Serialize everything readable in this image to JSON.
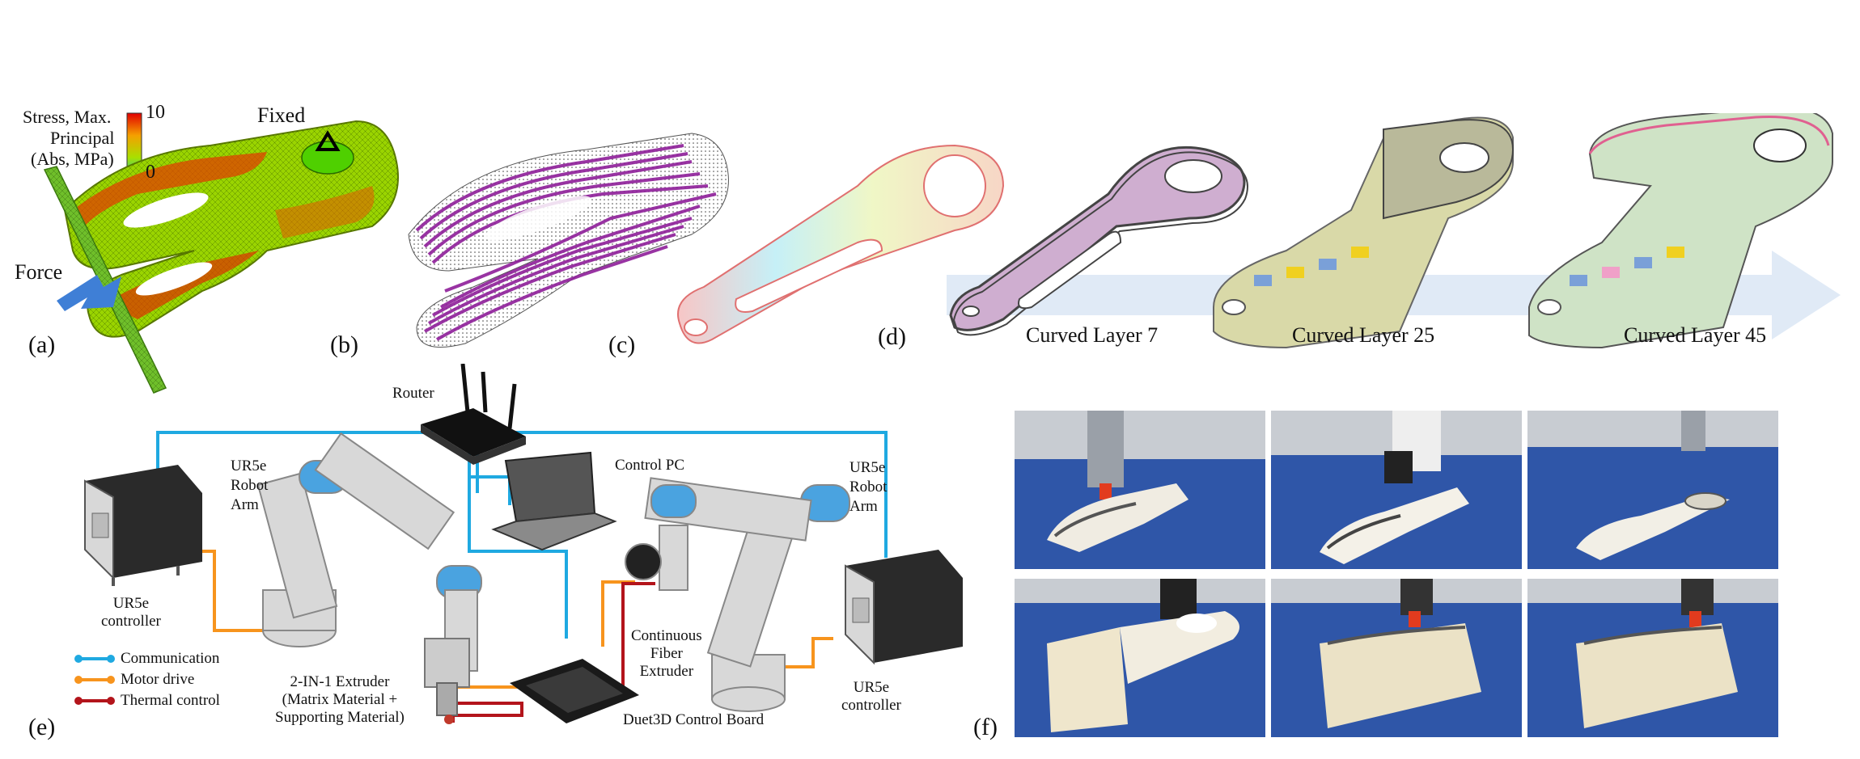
{
  "panel_a": {
    "letter": "(a)",
    "stress_label_1": "Stress, Max.",
    "stress_label_2": "Principal",
    "stress_label_3": "(Abs, MPa)",
    "scale_max": "10",
    "scale_min": "0",
    "fixed_label": "Fixed",
    "force_label": "Force"
  },
  "panel_b": {
    "letter": "(b)"
  },
  "panel_c": {
    "letter": "(c)"
  },
  "panel_d": {
    "letter": "(d)",
    "caption_1": "Curved Layer 7",
    "caption_2": "Curved Layer 25",
    "caption_3": "Curved Layer 45"
  },
  "panel_e": {
    "letter": "(e)",
    "router": "Router",
    "control_pc": "Control PC",
    "robot_left_1": "UR5e",
    "robot_left_2": "Robot",
    "robot_left_3": "Arm",
    "robot_right_1": "UR5e",
    "robot_right_2": "Robot",
    "robot_right_3": "Arm",
    "controller_left_1": "UR5e",
    "controller_left_2": "controller",
    "controller_right_1": "UR5e",
    "controller_right_2": "controller",
    "extruder_2in1_1": "2-IN-1 Extruder",
    "extruder_2in1_2": "(Matrix Material +",
    "extruder_2in1_3": "Supporting Material)",
    "fiber_extruder_1": "Continuous",
    "fiber_extruder_2": "Fiber",
    "fiber_extruder_3": "Extruder",
    "board": "Duet3D Control Board",
    "legend": {
      "communication": "Communication",
      "motor": "Motor drive",
      "thermal": "Thermal control"
    }
  },
  "panel_f": {
    "letter": "(f)"
  },
  "colors": {
    "communication": "#1fa9e1",
    "motor": "#f7941d",
    "thermal": "#b3141b",
    "fiber_purple": "#8e1f9a",
    "layer_green": "#cfe3c6",
    "arrow_blue": "#dbe6f5"
  }
}
